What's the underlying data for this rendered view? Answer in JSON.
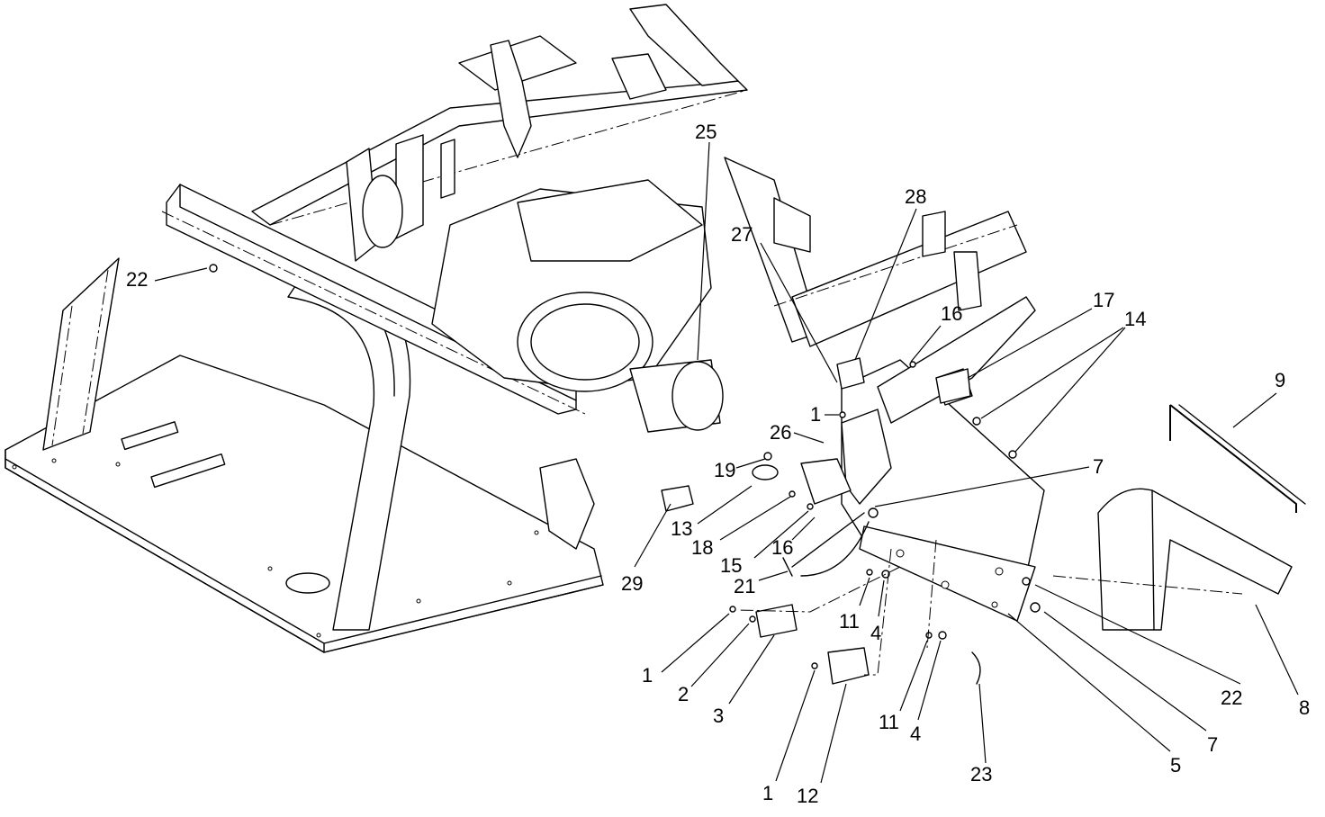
{
  "callouts": {
    "c25": "25",
    "c28": "28",
    "c27": "27",
    "c22a": "22",
    "c16a": "16",
    "c17": "17",
    "c14": "14",
    "c9": "9",
    "c1a": "1",
    "c26": "26",
    "c19": "19",
    "c7a": "7",
    "c13": "13",
    "c18": "18",
    "c15": "15",
    "c16b": "16",
    "c29": "29",
    "c21": "21",
    "c11a": "11",
    "c4a": "4",
    "c1b": "1",
    "c2": "2",
    "c3": "3",
    "c22b": "22",
    "c8": "8",
    "c7b": "7",
    "c5": "5",
    "c11b": "11",
    "c4b": "4",
    "c23": "23",
    "c1c": "1",
    "c12": "12"
  }
}
